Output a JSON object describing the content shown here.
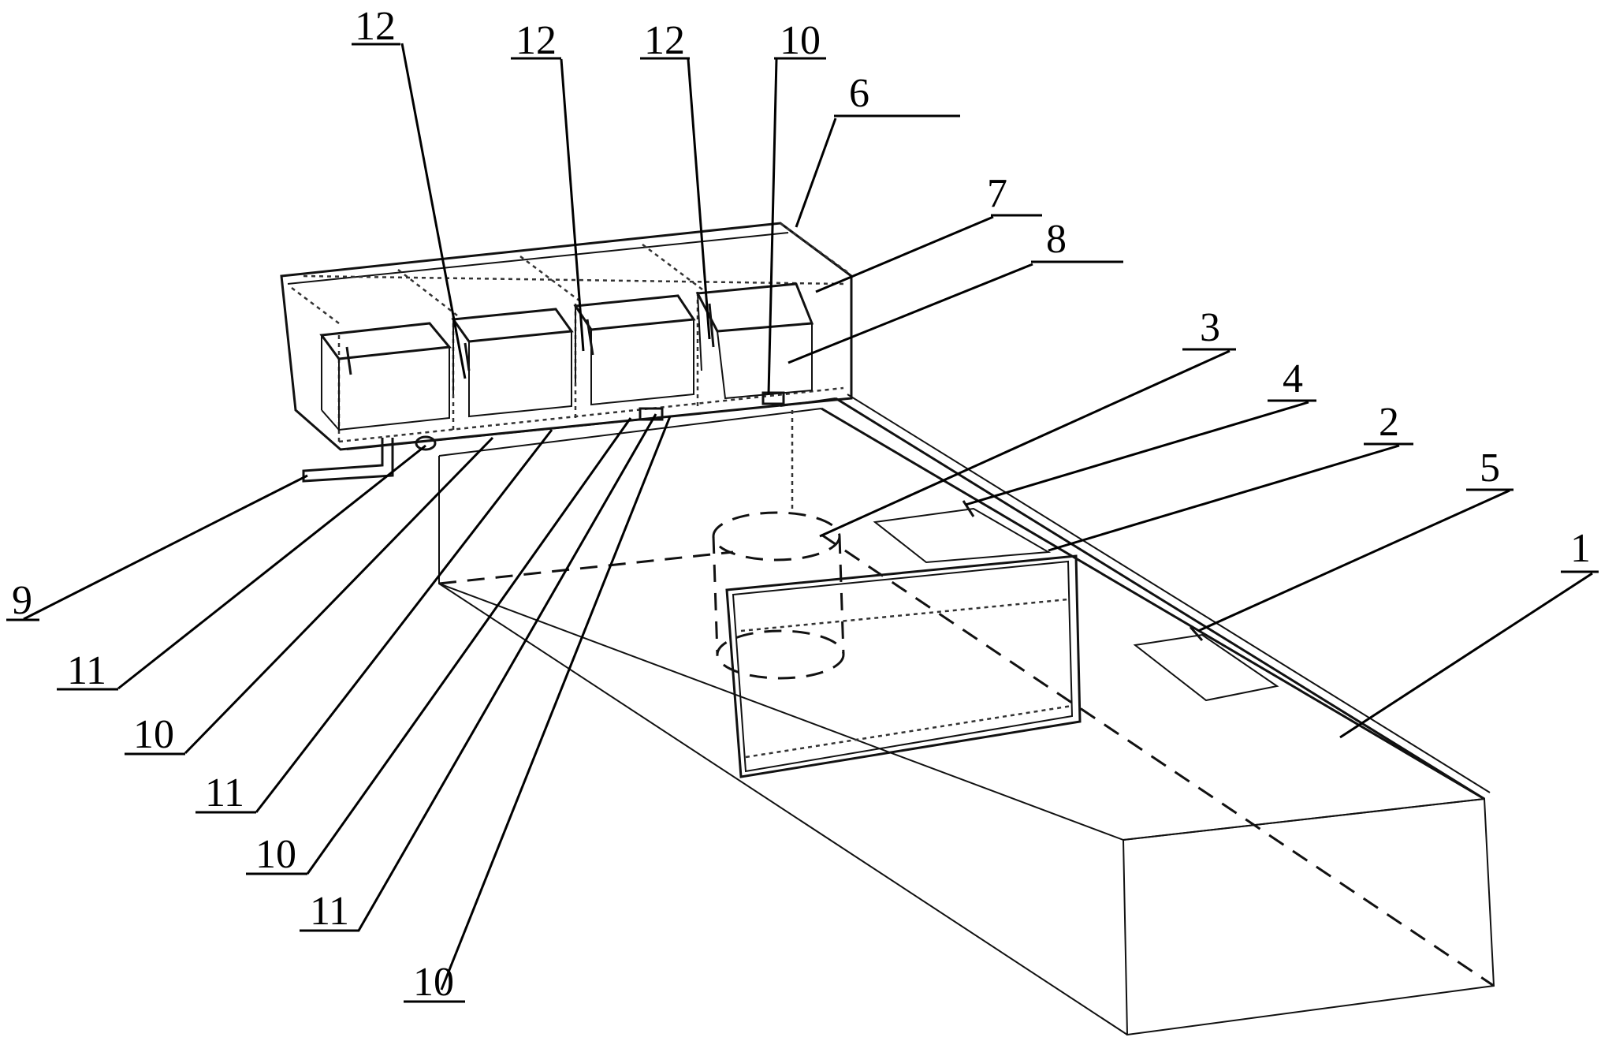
{
  "figure": {
    "callouts": [
      {
        "id": "c12a",
        "label": "12"
      },
      {
        "id": "c12b",
        "label": "12"
      },
      {
        "id": "c12c",
        "label": "12"
      },
      {
        "id": "c10top",
        "label": "10"
      },
      {
        "id": "c6",
        "label": "6"
      },
      {
        "id": "c7",
        "label": "7"
      },
      {
        "id": "c8",
        "label": "8"
      },
      {
        "id": "c3",
        "label": "3"
      },
      {
        "id": "c4",
        "label": "4"
      },
      {
        "id": "c2",
        "label": "2"
      },
      {
        "id": "c5",
        "label": "5"
      },
      {
        "id": "c1",
        "label": "1"
      },
      {
        "id": "c9",
        "label": "9"
      },
      {
        "id": "c11a",
        "label": "11"
      },
      {
        "id": "c10a",
        "label": "10"
      },
      {
        "id": "c11b",
        "label": "11"
      },
      {
        "id": "c10b",
        "label": "10"
      },
      {
        "id": "c11c",
        "label": "11"
      },
      {
        "id": "c10c",
        "label": "10"
      }
    ]
  }
}
